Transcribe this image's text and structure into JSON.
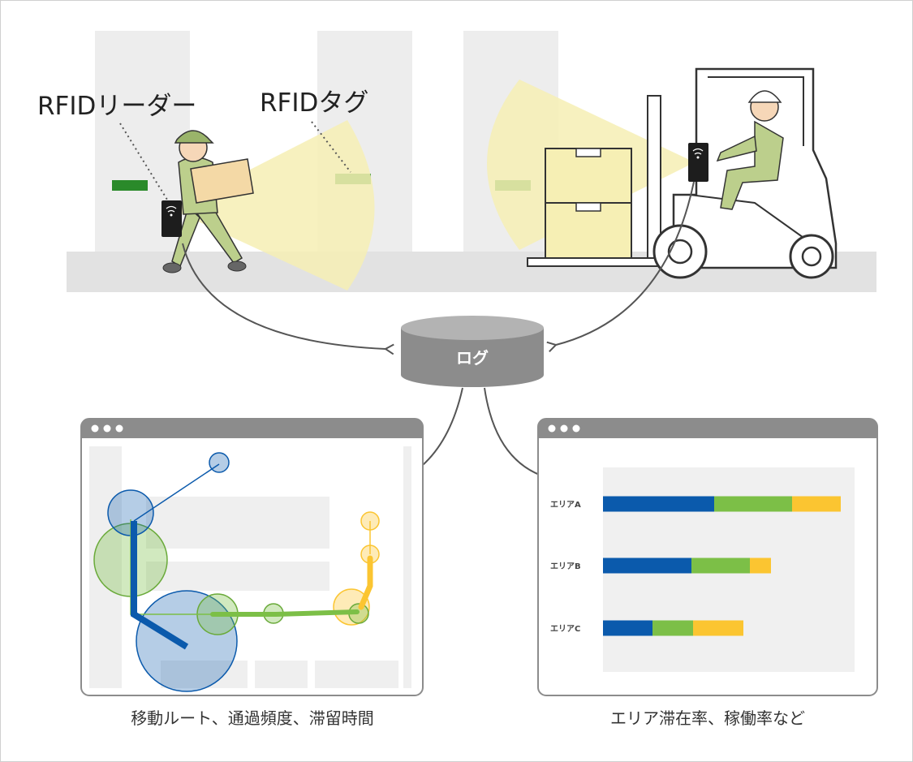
{
  "labels": {
    "reader": "RFIDリーダー",
    "tag": "RFIDタグ",
    "log": "ログ",
    "caption_left": "移動ルート、通過頻度、滞留時間",
    "caption_right": "エリア滞在率、稼働率など"
  },
  "colors": {
    "tag_green": "#2a8a2a",
    "worker_uniform": "#bccf8c",
    "beam": "#f6efb4",
    "db_gray": "#8c8c8c",
    "series_blue": "#0b5aac",
    "series_green": "#7cbf47",
    "series_yellow": "#fbc531"
  },
  "chart_data": {
    "type": "bar",
    "categories": [
      "エリアA",
      "エリアB",
      "エリアC"
    ],
    "series": [
      {
        "values": [
          137,
          109,
          61
        ]
      },
      {
        "values": [
          96,
          72,
          50
        ]
      },
      {
        "values": [
          60,
          26,
          62
        ]
      }
    ]
  }
}
